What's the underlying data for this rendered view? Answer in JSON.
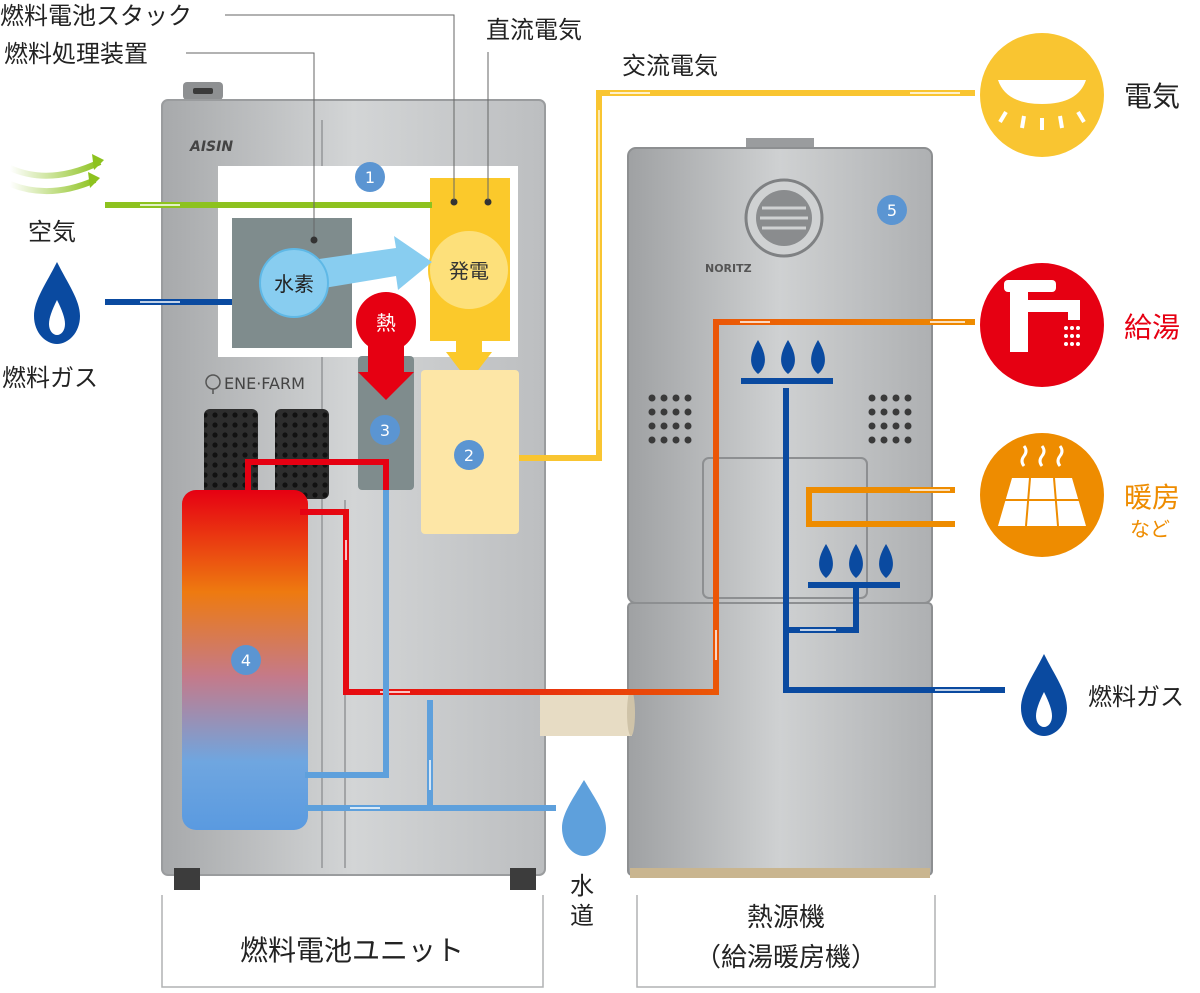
{
  "labels": {
    "fuel_cell_stack": "燃料電池スタック",
    "fuel_processor": "燃料処理装置",
    "dc_power": "直流電気",
    "ac_power": "交流電気",
    "air": "空気",
    "fuel_gas_left": "燃料ガス",
    "fuel_gas_right": "燃料ガス",
    "hydrogen": "水素",
    "generation": "発電",
    "heat": "熱",
    "electricity": "電気",
    "hot_water": "給湯",
    "heating": "暖房",
    "heating_etc": "など",
    "water_supply_1": "水",
    "water_supply_2": "道",
    "fuel_cell_unit": "燃料電池ユニット",
    "heat_source_1": "熱源機",
    "heat_source_2": "（給湯暖房機）",
    "brand_fc": "AISIN",
    "brand_hs": "NORITZ",
    "enefarm": "ENE·FARM"
  },
  "markers": [
    "1",
    "2",
    "3",
    "4",
    "5"
  ],
  "colors": {
    "electricity": "#f9c531",
    "hot_water": "#e60012",
    "heating": "#ee8c00",
    "gas": "#0a4aa0",
    "water": "#5ea0dc",
    "air": "#8dc21f",
    "marker": "#5b95d2",
    "hydrogen": "#88cdf0"
  },
  "icons": [
    "lamp-icon",
    "faucet-icon",
    "floor-heating-icon",
    "gas-flame-icon",
    "water-drop-icon",
    "air-wind-icon",
    "enefarm-tree-icon"
  ]
}
